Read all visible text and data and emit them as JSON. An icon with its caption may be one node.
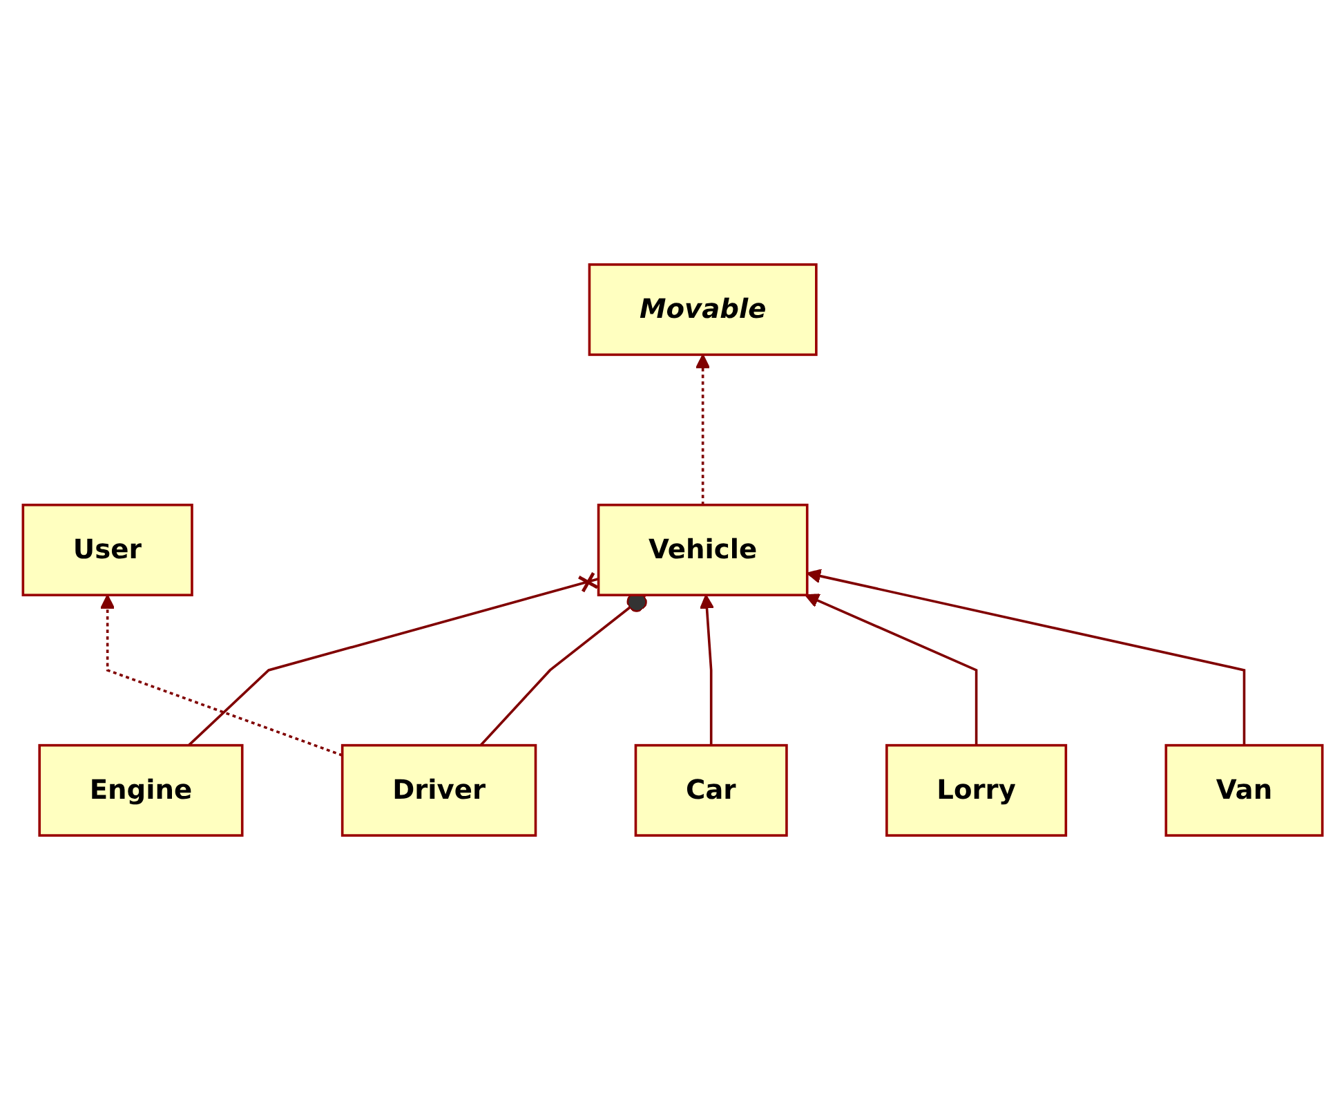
{
  "diagram": {
    "nodes": [
      {
        "text": [
          "User"
        ]
      },
      {
        "text": [
          "Movable"
        ]
      },
      {
        "text": [
          "Engine"
        ]
      },
      {
        "text": [
          "Driver"
        ]
      },
      {
        "text": [
          "Vehicle"
        ]
      },
      {
        "text": [
          "Car"
        ]
      },
      {
        "text": [
          "Lorry"
        ]
      },
      {
        "text": [
          "Van"
        ]
      }
    ],
    "edges": [
      {
        "from": 3,
        "to": 0,
        "arrow": "to",
        "style": "dashed"
      },
      {
        "from": 4,
        "to": 1,
        "arrow": "to",
        "style": "dashed"
      },
      {
        "from": 2,
        "to": 4,
        "arrow": "other"
      },
      {
        "from": 3,
        "to": 4,
        "arrow": "other"
      },
      {
        "from": 5,
        "to": 4,
        "arrow": "to"
      },
      {
        "from": 6,
        "to": 4,
        "arrow": "to"
      },
      {
        "from": 7,
        "to": 4,
        "arrow": "to"
      }
    ]
  }
}
